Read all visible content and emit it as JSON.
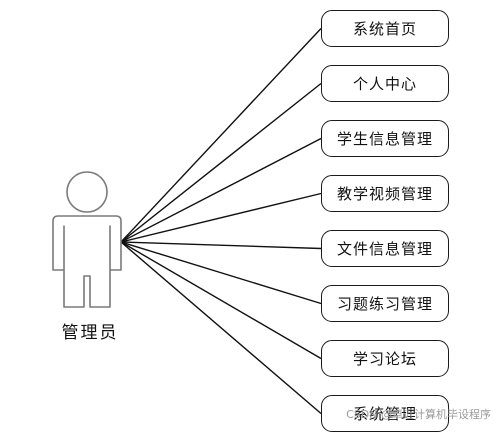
{
  "actor": {
    "label": "管理员",
    "icon": "person-icon"
  },
  "use_cases": [
    "系统首页",
    "个人中心",
    "学生信息管理",
    "教学视频管理",
    "文件信息管理",
    "习题练习管理",
    "学习论坛",
    "系统管理"
  ],
  "watermark": "CSDN @卓近计算机毕设程序"
}
